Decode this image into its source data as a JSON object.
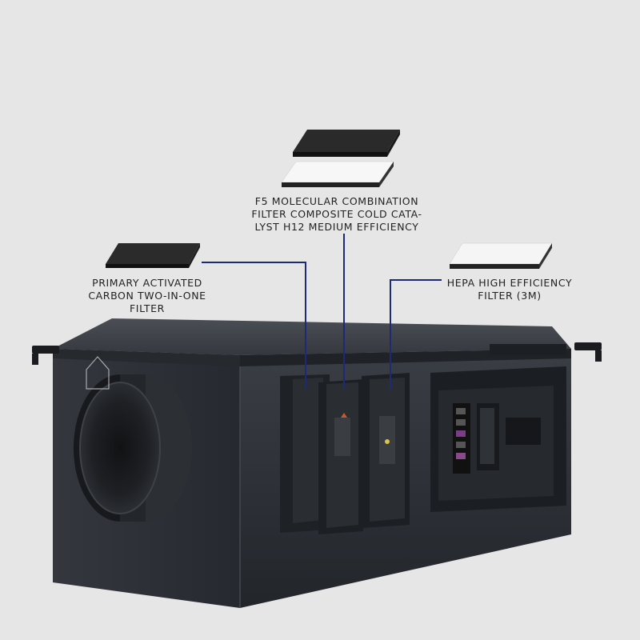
{
  "callouts": {
    "f5": {
      "lines": [
        "F5 MOLECULAR COMBINATION",
        "FILTER COMPOSITE COLD CATA-",
        "LYST H12 MEDIUM EFFICIENCY"
      ]
    },
    "primary": {
      "lines": [
        "PRIMARY ACTIVATED",
        "CARBON TWO-IN-ONE",
        "FILTER"
      ]
    },
    "hepa": {
      "lines": [
        "HEPA HIGH EFFICIENCY",
        "FILTER (3M)"
      ]
    }
  },
  "colors": {
    "background": "#e6e6e7",
    "housing": "#2d3036",
    "leader_line": "#1e2a78",
    "text": "#222222"
  }
}
